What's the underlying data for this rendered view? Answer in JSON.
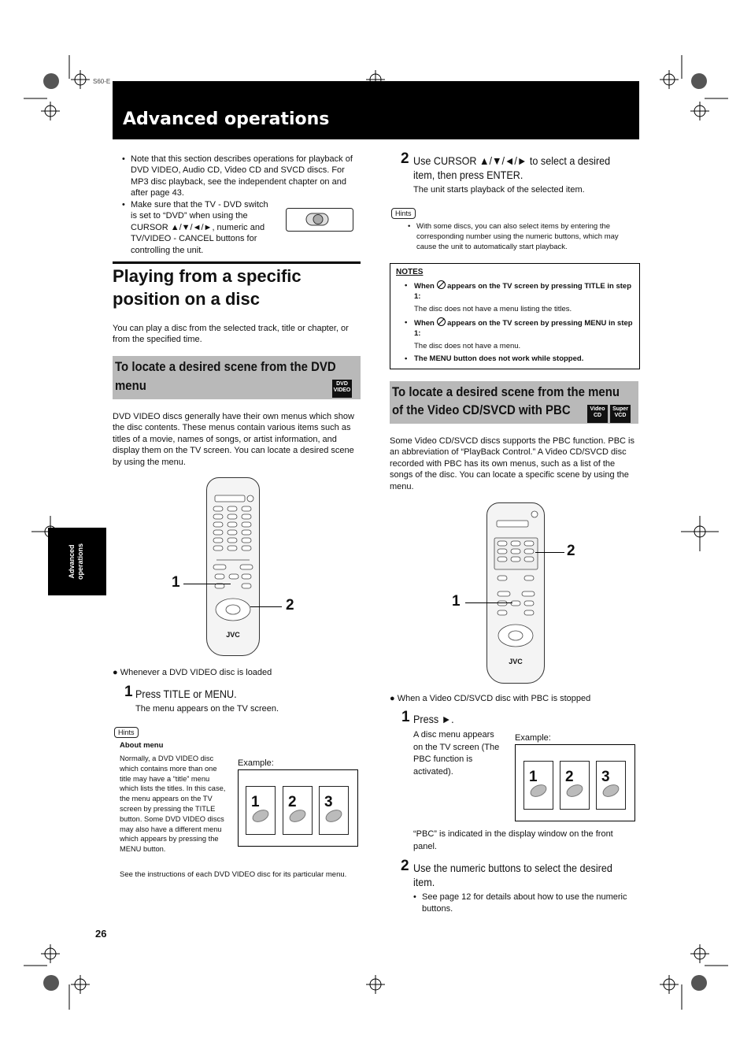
{
  "file_code": "S60-E",
  "banner": {
    "title": "Advanced operations"
  },
  "side_tab": {
    "line1": "Advanced",
    "line2": "operations"
  },
  "intro": {
    "bullet1": "Note that this section describes operations for playback of DVD VIDEO, Audio CD, Video CD and SVCD discs. For MP3 disc playback, see the independent chapter on and after page 43.",
    "bullet2": "Make sure that the TV - DVD switch is set to “DVD” when using the CURSOR ▲/▼/◄/►, numeric and TV/VIDEO - CANCEL buttons for controlling the unit."
  },
  "section1": {
    "title_line1": "Playing from a specific",
    "title_line2": "position on a disc",
    "intro": "You can play a disc from the selected track, title or chapter, or from the specified time."
  },
  "dvd_menu": {
    "heading_line1": "To locate a desired scene from the DVD",
    "heading_line2": "menu",
    "badge_line1": "DVD",
    "badge_line2": "VIDEO",
    "body": "DVD VIDEO discs generally have their own menus which show the disc contents. These menus contain various items such as titles of a movie, names of songs, or artist information, and display them on the TV screen. You can locate a desired scene by using the menu.",
    "callout1": "1",
    "callout2": "2",
    "remote_brand": "JVC",
    "condition": "● Whenever a DVD VIDEO disc is loaded",
    "step1_num": "1",
    "step1_text": "Press TITLE or MENU.",
    "step1_sub": "The menu appears on the TV screen.",
    "hints_label": "Hints",
    "hints_title": "About menu",
    "hints_body": "Normally, a DVD VIDEO disc which contains more than one title may have a “title” menu which lists the titles. In this case, the menu appears on the TV screen by pressing the TITLE button. Some DVD VIDEO discs may also have a different menu which appears by pressing the MENU button.",
    "example_label": "Example:",
    "example_items": [
      "1",
      "2",
      "3"
    ],
    "see_note": "See the instructions of each DVD VIDEO disc for its particular menu."
  },
  "right_col": {
    "step2_num": "2",
    "step2_text_line1": "Use CURSOR ▲/▼/◄/► to select a desired",
    "step2_text_line2": "item, then press ENTER.",
    "step2_sub": "The unit starts playback of the selected item.",
    "hints_label": "Hints",
    "hints_body": "With some discs, you can also select items by entering the corresponding number using the numeric buttons, which may cause the unit to automatically start playback.",
    "notes_title": "NOTES",
    "note1_bold_a": "When",
    "note1_bold_b": "appears on the TV screen by pressing TITLE in step 1:",
    "note1_text": "The disc does not have a menu listing the titles.",
    "note2_bold_a": "When",
    "note2_bold_b": "appears on the TV screen by pressing MENU in step 1:",
    "note2_text": "The disc does not have a menu.",
    "note3_bold": "The MENU button does not work while stopped."
  },
  "pbc": {
    "heading_line1": "To locate a desired scene from the menu",
    "heading_line2": "of the Video CD/SVCD with PBC",
    "badge1_line1": "Video",
    "badge1_line2": "CD",
    "badge2_line1": "Super",
    "badge2_line2": "VCD",
    "body": "Some Video CD/SVCD discs supports the PBC function. PBC is an abbreviation of “PlayBack Control.” A Video CD/SVCD disc recorded with PBC has its own menus, such as a list of the songs of the disc. You can locate a specific scene by using the menu.",
    "callout1": "1",
    "callout2": "2",
    "remote_brand": "JVC",
    "condition": "● When a Video CD/SVCD disc with PBC is stopped",
    "step1_num": "1",
    "step1_text": "Press ►.",
    "step1_sub": "A disc menu appears on the TV screen (The PBC function is activated).",
    "example_label": "Example:",
    "example_items": [
      "1",
      "2",
      "3"
    ],
    "pbc_note": "“PBC” is indicated in the display window on the front panel.",
    "step2_num": "2",
    "step2_text": "Use the numeric buttons to select the desired item.",
    "step2_bullet": "See page 12 for details about how to use the numeric buttons."
  },
  "page_number": "26"
}
